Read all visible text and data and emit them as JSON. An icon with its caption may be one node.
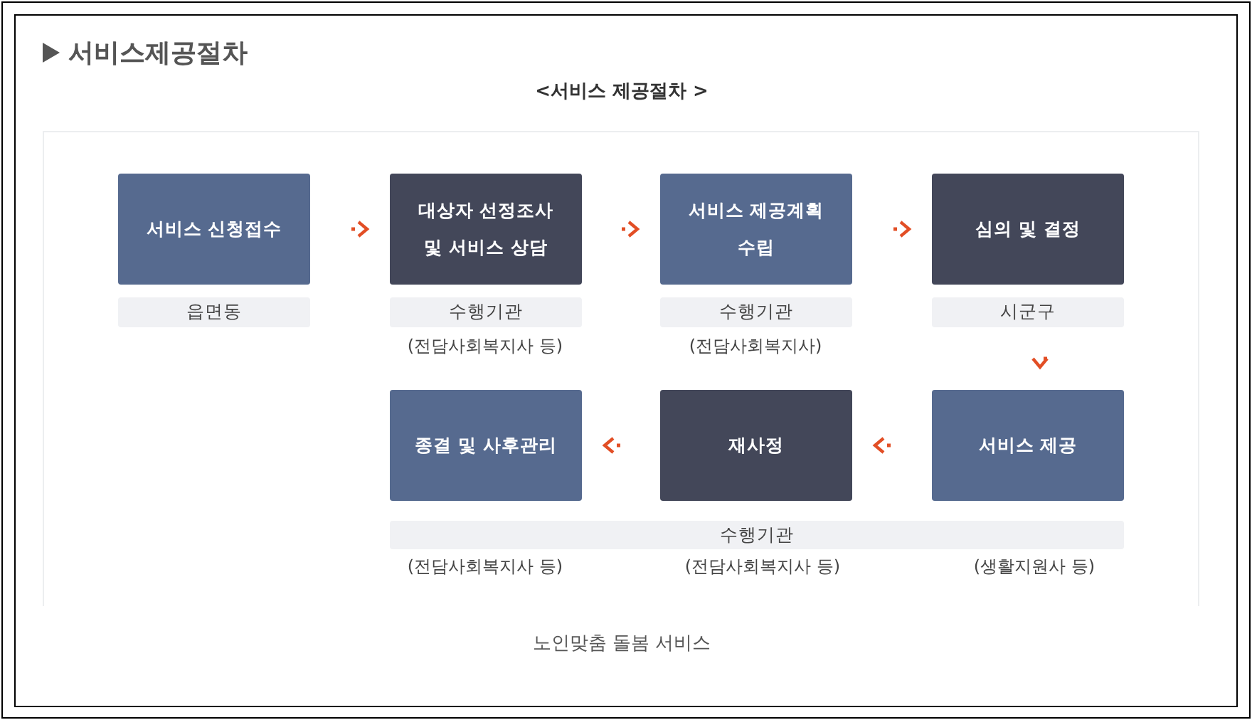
{
  "diagram": {
    "title": "서비스제공절차",
    "caption": "노인맞춤 돌봄 서비스",
    "nodes": [
      {
        "text": [
          "서비스 신청접수"
        ]
      },
      {
        "text": [
          "대상자 선정조사 및 서비스 상담"
        ]
      },
      {
        "text": [
          "서비스 제공계획 수립"
        ]
      },
      {
        "text": [
          "심의 및 결정"
        ]
      },
      {
        "text": [
          "읍면동"
        ]
      },
      {
        "text": [
          "수행기관"
        ],
        "beside": [
          "(전담사회복지사 등)"
        ]
      },
      {
        "text": [
          "수행기관"
        ],
        "beside": [
          "(전담사회복지사)"
        ]
      },
      {
        "text": [
          "시군구"
        ]
      },
      {
        "text": [
          "종결 및 사후관리"
        ]
      },
      {
        "text": [
          "재사정"
        ]
      },
      {
        "text": [
          "서비스 제공"
        ]
      },
      {
        "text": [
          "수행기관"
        ],
        "beside": [
          "(전담사회복지사 등)",
          "(전담사회복지사 등)",
          "(생활지원사 등)"
        ]
      }
    ],
    "edges": [
      {
        "from": 0,
        "to": 1,
        "arrow": "to"
      },
      {
        "from": 1,
        "to": 2,
        "arrow": "to"
      },
      {
        "from": 2,
        "to": 3,
        "arrow": "to"
      },
      {
        "from": 3,
        "to": 10,
        "arrow": "to"
      },
      {
        "from": 10,
        "to": 9,
        "arrow": "to"
      },
      {
        "from": 9,
        "to": 8,
        "arrow": "to"
      }
    ],
    "labels": [
      "<서비스 제공절차 >"
    ]
  }
}
